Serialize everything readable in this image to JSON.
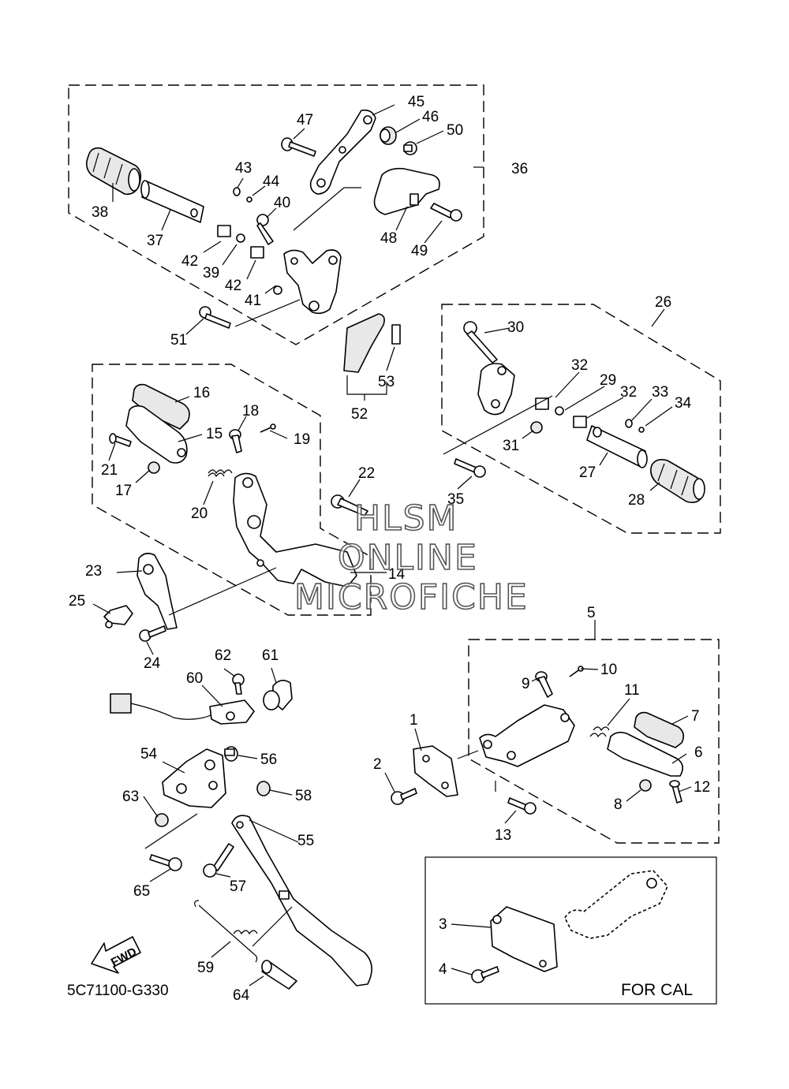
{
  "diagram_code": "5C71100-G330",
  "watermark": [
    "HLSM",
    "ONLINE",
    "MICROFICHE"
  ],
  "inset_label": "FOR CAL",
  "fwd_label": "FWD",
  "callouts": {
    "c1": "1",
    "c2": "2",
    "c3": "3",
    "c4": "4",
    "c5": "5",
    "c6": "6",
    "c7": "7",
    "c8": "8",
    "c9": "9",
    "c10": "10",
    "c11": "11",
    "c12": "12",
    "c13": "13",
    "c14": "14",
    "c15": "15",
    "c16": "16",
    "c17": "17",
    "c18": "18",
    "c19": "19",
    "c20": "20",
    "c21": "21",
    "c22": "22",
    "c23": "23",
    "c24": "24",
    "c25": "25",
    "c26": "26",
    "c27": "27",
    "c28": "28",
    "c29": "29",
    "c30": "30",
    "c31": "31",
    "c32a": "32",
    "c32b": "32",
    "c33": "33",
    "c34": "34",
    "c35": "35",
    "c36": "36",
    "c37": "37",
    "c38": "38",
    "c39": "39",
    "c40": "40",
    "c41": "41",
    "c42a": "42",
    "c42b": "42",
    "c43": "43",
    "c44": "44",
    "c45": "45",
    "c46": "46",
    "c47": "47",
    "c48": "48",
    "c49": "49",
    "c50": "50",
    "c51": "51",
    "c52": "52",
    "c53": "53",
    "c54": "54",
    "c55": "55",
    "c56": "56",
    "c57": "57",
    "c58": "58",
    "c59": "59",
    "c60": "60",
    "c61": "61",
    "c62": "62",
    "c63": "63",
    "c64": "64",
    "c65": "65"
  }
}
